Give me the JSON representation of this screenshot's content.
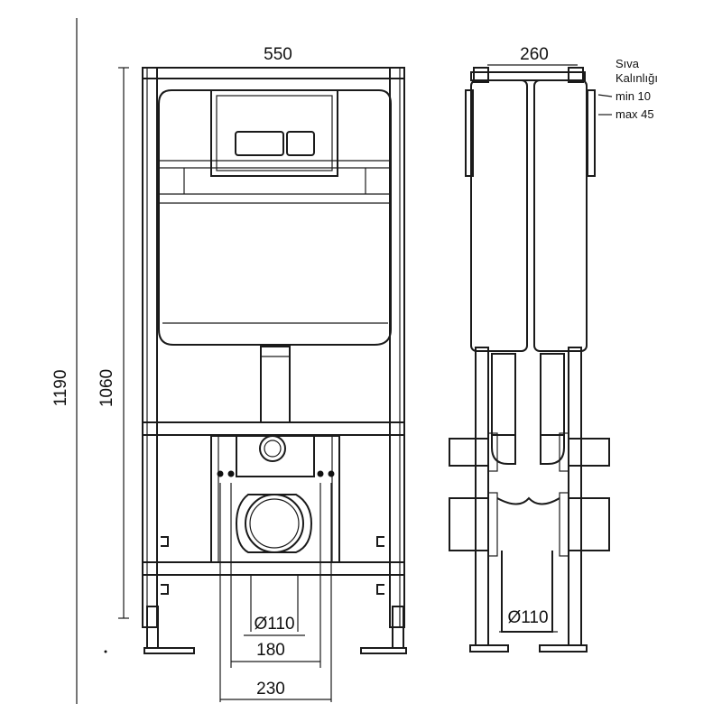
{
  "front_view": {
    "width_label": "550",
    "total_height_label": "1190",
    "frame_height_label": "1060",
    "drain_diameter_label": "Ø110",
    "bolt_spacing_inner_label": "180",
    "bolt_spacing_outer_label": "230"
  },
  "side_view": {
    "depth_label": "260",
    "drain_diameter_label": "Ø110",
    "plaster_note": {
      "title_line1": "Sıva",
      "title_line2": "Kalınlığı",
      "min_label": "min 10",
      "max_label": "max 45"
    }
  }
}
